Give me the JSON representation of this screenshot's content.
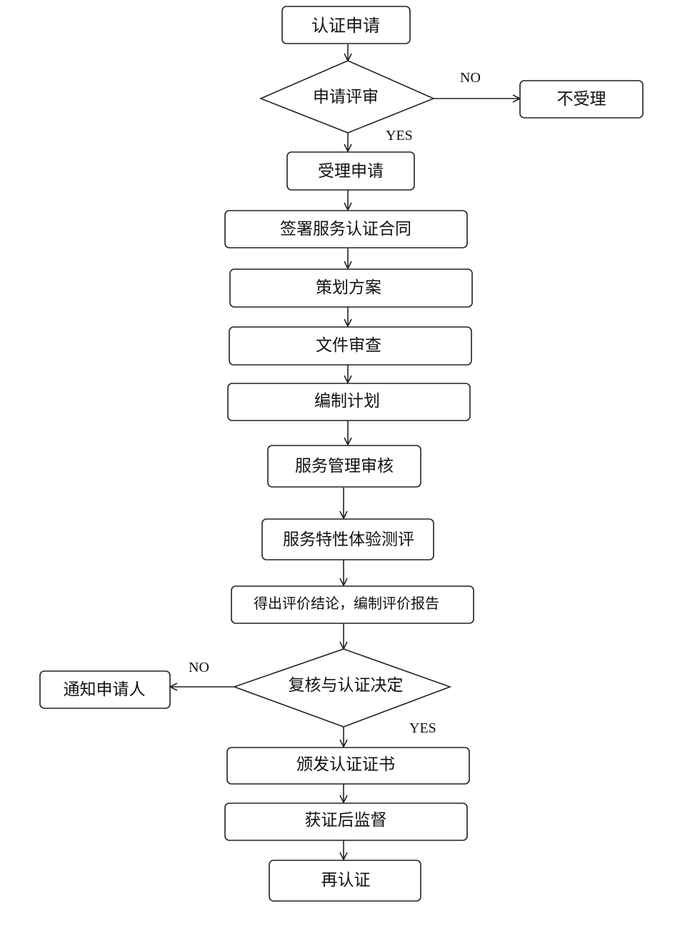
{
  "nodes": {
    "apply": "认证申请",
    "review_application": "申请评审",
    "reject": "不受理",
    "accept": "受理申请",
    "sign_contract": "签署服务认证合同",
    "plan_scheme": "策划方案",
    "doc_review": "文件审查",
    "make_plan": "编制计划",
    "mgmt_audit": "服务管理审核",
    "experience_eval": "服务特性体验测评",
    "conclusion_report": "得出评价结论，编制评价报告",
    "decision": "复核与认证决定",
    "notify_applicant": "通知申请人",
    "issue_cert": "颁发认证证书",
    "surveillance": "获证后监督",
    "recert": "再认证"
  },
  "labels": {
    "no_1": "NO",
    "yes_1": "YES",
    "no_2": "NO",
    "yes_2": "YES"
  },
  "colors": {
    "stroke": "#222222",
    "background": "#ffffff",
    "text": "#111111"
  }
}
